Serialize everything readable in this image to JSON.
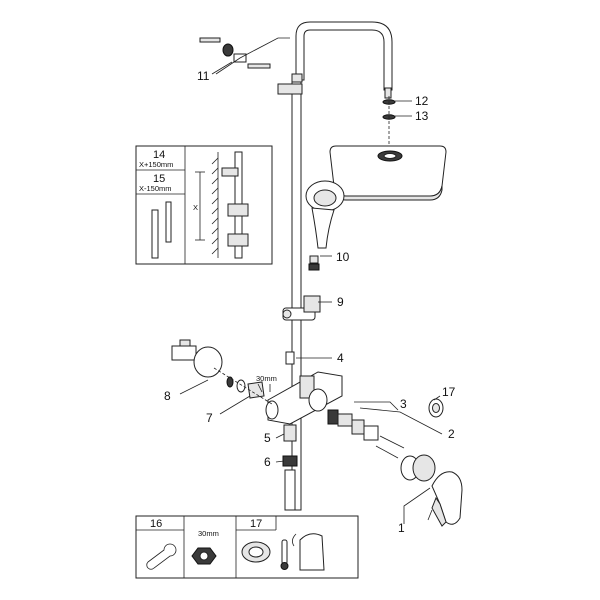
{
  "callouts": {
    "c1": "1",
    "c2": "2",
    "c3": "3",
    "c4": "4",
    "c5": "5",
    "c6": "6",
    "c7": "7",
    "c8": "8",
    "c9": "9",
    "c10": "10",
    "c11": "11",
    "c12": "12",
    "c13": "13",
    "c17": "17"
  },
  "inset_extension": {
    "label_14": "14",
    "spec_14": "X+150mm",
    "label_15": "15",
    "spec_15": "X-150mm",
    "dim_x": "X"
  },
  "dim_30mm": "30mm",
  "tools_panel": {
    "label_16": "16",
    "spec_30mm": "30mm",
    "label_17": "17"
  }
}
